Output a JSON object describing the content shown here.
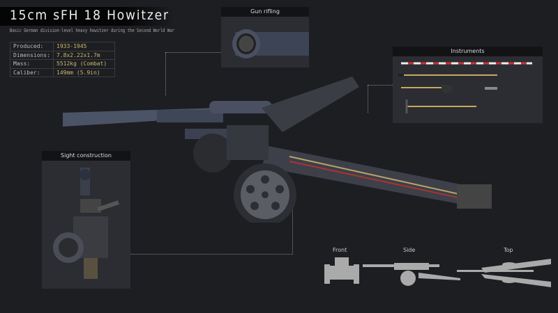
{
  "header": {
    "title": "15cm sFH 18 Howitzer",
    "subtitle": "Basic German division-level heavy howitzer during the Second World War"
  },
  "specs": [
    {
      "label": "Produced:",
      "value": "1933-1945"
    },
    {
      "label": "Dimensions:",
      "value": "7.8x2.22x1.7m"
    },
    {
      "label": "Mass:",
      "value": "5512kg (Combat)"
    },
    {
      "label": "Caliber:",
      "value": "149mm (5.9in)"
    }
  ],
  "panels": {
    "rifling": "Gun rifling",
    "instruments": "Instruments",
    "sight": "Sight construction"
  },
  "views": {
    "front": "Front",
    "side": "Side",
    "top": "Top"
  },
  "colors": {
    "background": "#1d1e22",
    "accent": "#c9b96a",
    "panel": "#2b2d33"
  }
}
